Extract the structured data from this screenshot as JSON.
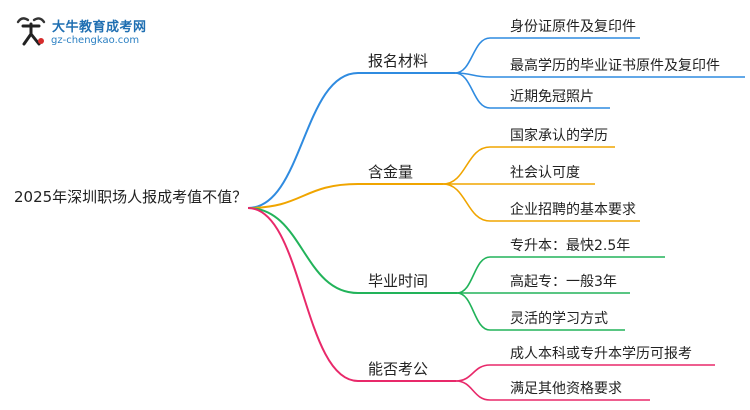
{
  "logo": {
    "title": "大牛教育成考网",
    "url": "gz-chengkao.com"
  },
  "mindmap": {
    "root": "2025年深圳职场人报成考值不值？",
    "branches": [
      {
        "label": "报名材料",
        "color": "#2f8be0",
        "leaves": [
          "身份证原件及复印件",
          "最高学历的毕业证书原件及复印件",
          "近期免冠照片"
        ]
      },
      {
        "label": "含金量",
        "color": "#f0a500",
        "leaves": [
          "国家承认的学历",
          "社会认可度",
          "企业招聘的基本要求"
        ]
      },
      {
        "label": "毕业时间",
        "color": "#22b35a",
        "leaves": [
          "专升本：最快2.5年",
          "高起专：一般3年",
          "灵活的学习方式"
        ]
      },
      {
        "label": "能否考公",
        "color": "#e8296a",
        "leaves": [
          "成人本科或专升本学历可报考",
          "满足其他资格要求"
        ]
      }
    ]
  }
}
